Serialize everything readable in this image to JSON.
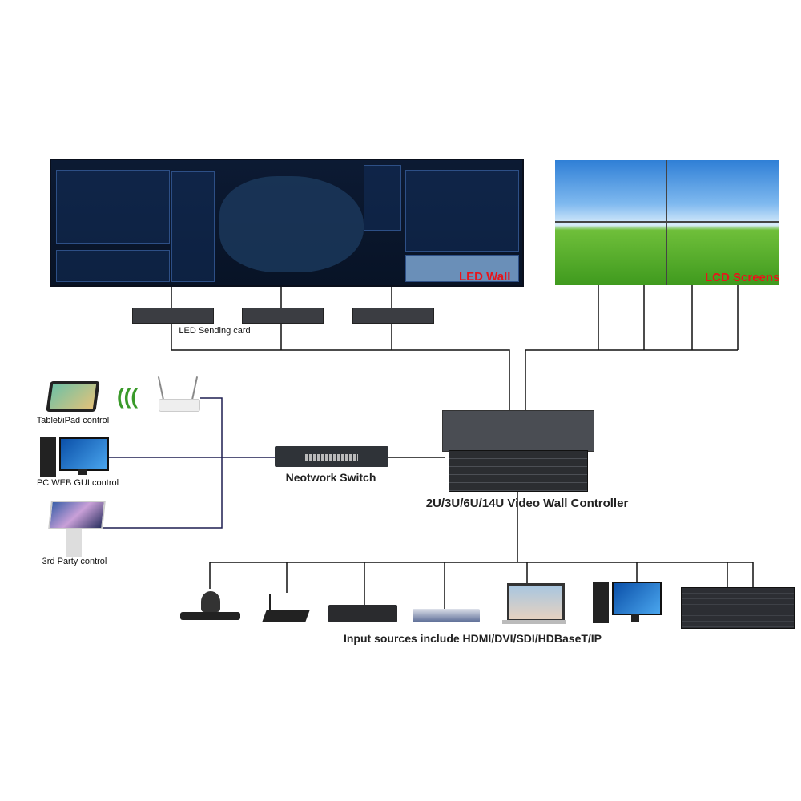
{
  "led_wall": {
    "label": "LED Wall"
  },
  "lcd_wall": {
    "label": "LCD Screens"
  },
  "sending_card": {
    "label": "LED Sending card",
    "count": 3
  },
  "control": {
    "tablet": "Tablet/iPad control",
    "pc": "PC WEB GUI control",
    "third_party": "3rd Party control"
  },
  "switch": {
    "label": "Neotwork Switch"
  },
  "controller": {
    "label": "2U/3U/6U/14U Video Wall Controller"
  },
  "inputs": {
    "label": "Input sources include HDMI/DVI/SDI/HDBaseT/IP"
  },
  "colors": {
    "wire_control": "#1e1e50",
    "wire_av": "#111111",
    "label_red": "#e8141b"
  },
  "icons": [
    "tablet-icon",
    "wifi-icon",
    "router-icon",
    "pc-icon",
    "kiosk-icon",
    "network-switch-icon",
    "video-wall-controller-icon",
    "conference-camera-icon",
    "set-top-box-icon",
    "dvr-icon",
    "media-player-icon",
    "laptop-icon",
    "desktop-pc-icon",
    "server-chassis-icon"
  ]
}
